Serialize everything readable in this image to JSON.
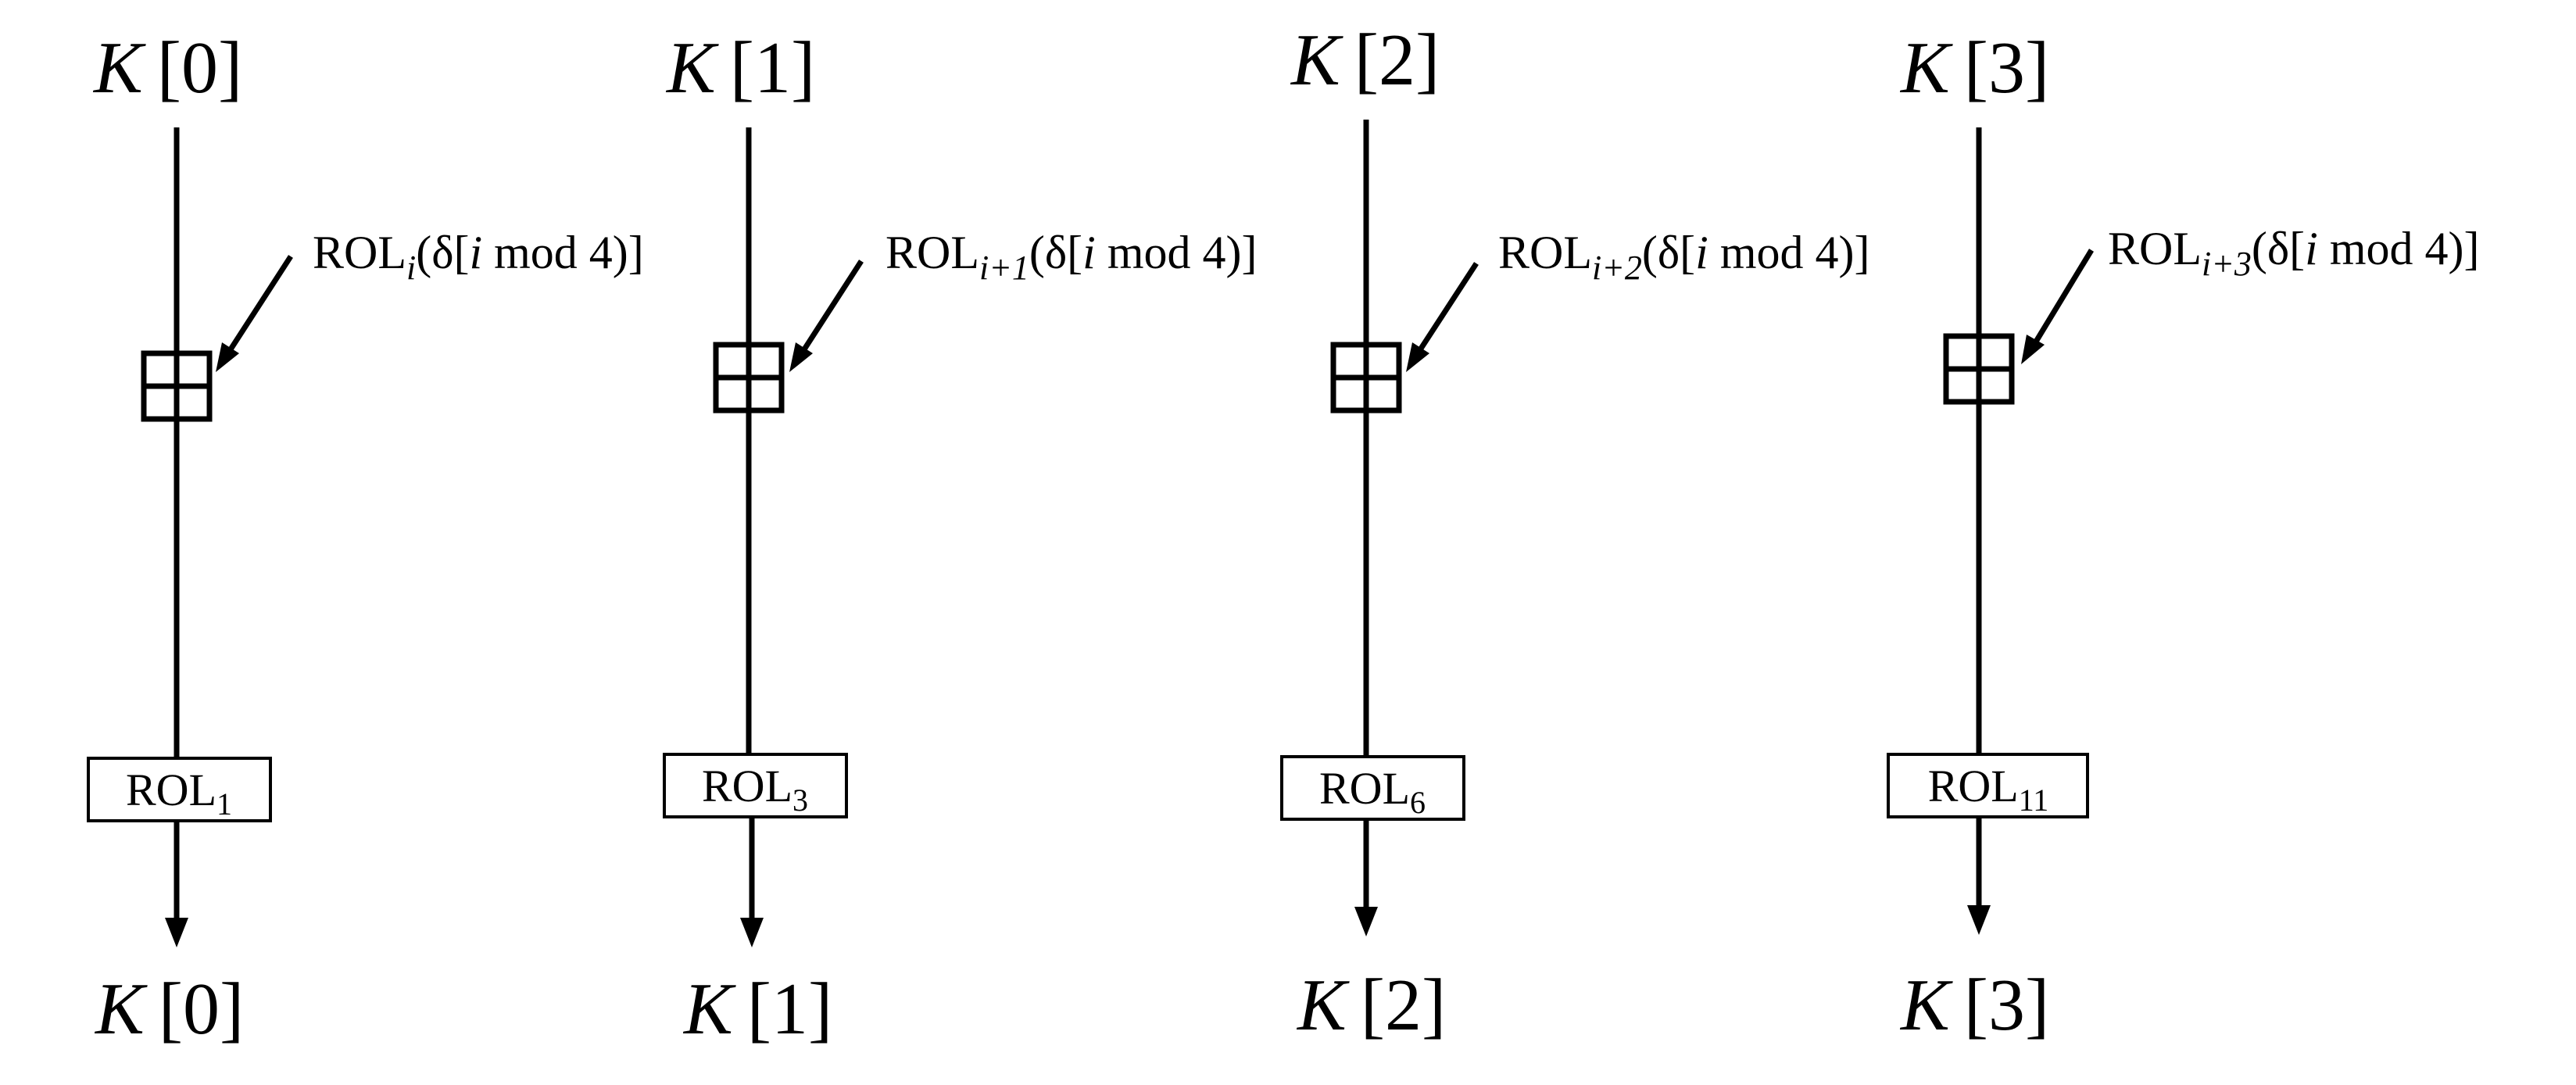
{
  "columns": [
    {
      "top_label": {
        "name": "K",
        "index": "[0]"
      },
      "adder_label": {
        "prefix": "ROL",
        "sub": "i",
        "delta": "(δ[",
        "var": "i",
        "tail": " mod 4)]"
      },
      "rotation_box": {
        "prefix": "ROL",
        "sub": "1"
      },
      "bottom_label": {
        "name": "K",
        "index": "[0]"
      }
    },
    {
      "top_label": {
        "name": "K",
        "index": "[1]"
      },
      "adder_label": {
        "prefix": "ROL",
        "sub": "i+1",
        "delta": "(δ[",
        "var": "i",
        "tail": " mod 4)]"
      },
      "rotation_box": {
        "prefix": "ROL",
        "sub": "3"
      },
      "bottom_label": {
        "name": "K",
        "index": "[1]"
      }
    },
    {
      "top_label": {
        "name": "K",
        "index": "[2]"
      },
      "adder_label": {
        "prefix": "ROL",
        "sub": "i+2",
        "delta": "(δ[",
        "var": "i",
        "tail": " mod 4)]"
      },
      "rotation_box": {
        "prefix": "ROL",
        "sub": "6"
      },
      "bottom_label": {
        "name": "K",
        "index": "[2]"
      }
    },
    {
      "top_label": {
        "name": "K",
        "index": "[3]"
      },
      "adder_label": {
        "prefix": "ROL",
        "sub": "i+3",
        "delta": "(δ[",
        "var": "i",
        "tail": " mod 4)]"
      },
      "rotation_box": {
        "prefix": "ROL",
        "sub": "11"
      },
      "bottom_label": {
        "name": "K",
        "index": "[3]"
      }
    }
  ]
}
